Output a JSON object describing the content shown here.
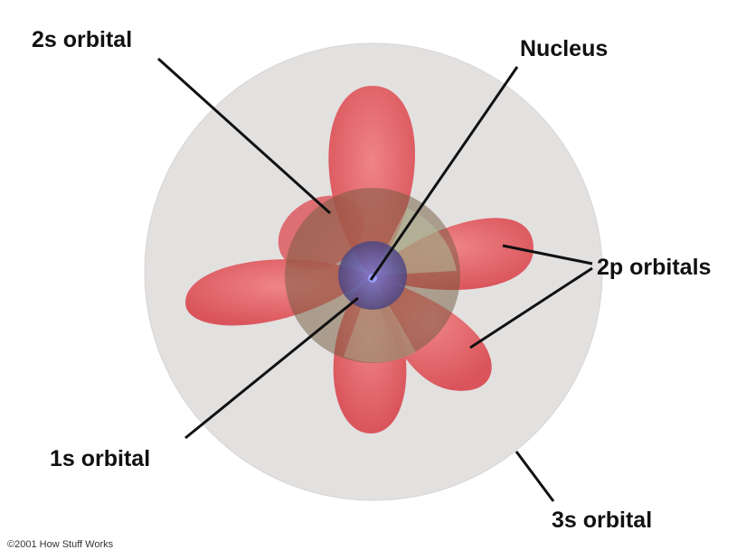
{
  "labels": {
    "orbital_2s": "2s orbital",
    "nucleus": "Nucleus",
    "orbitals_2p": "2p orbitals",
    "orbital_1s": "1s orbital",
    "orbital_3s": "3s orbital"
  },
  "copyright": "©2001 How Stuff Works",
  "colors": {
    "shell_3s": "#e4e1e1",
    "lobe_2p": "#e8585c",
    "sphere_2s": "#8a7a5a",
    "sphere_1s": "#4a4a8a"
  }
}
